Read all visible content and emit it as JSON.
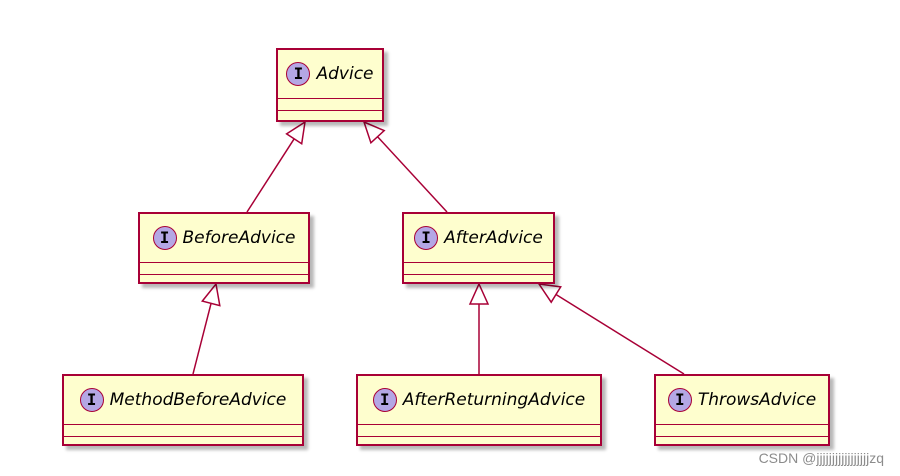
{
  "diagram": {
    "type": "uml-class-diagram",
    "colors": {
      "node_fill": "#FEFECE",
      "node_border": "#A80036",
      "interface_badge": "#B4A7E5",
      "edge": "#A80036"
    },
    "nodes": [
      {
        "id": "advice",
        "name": "Advice",
        "stereotype_letter": "I",
        "icon": "interface-circle-icon"
      },
      {
        "id": "before",
        "name": "BeforeAdvice",
        "stereotype_letter": "I",
        "icon": "interface-circle-icon"
      },
      {
        "id": "after",
        "name": "AfterAdvice",
        "stereotype_letter": "I",
        "icon": "interface-circle-icon"
      },
      {
        "id": "methodbefore",
        "name": "MethodBeforeAdvice",
        "stereotype_letter": "I",
        "icon": "interface-circle-icon"
      },
      {
        "id": "afterreturning",
        "name": "AfterReturningAdvice",
        "stereotype_letter": "I",
        "icon": "interface-circle-icon"
      },
      {
        "id": "throws",
        "name": "ThrowsAdvice",
        "stereotype_letter": "I",
        "icon": "interface-circle-icon"
      }
    ],
    "edges": [
      {
        "from": "before",
        "to": "advice",
        "kind": "generalization"
      },
      {
        "from": "after",
        "to": "advice",
        "kind": "generalization"
      },
      {
        "from": "methodbefore",
        "to": "before",
        "kind": "generalization"
      },
      {
        "from": "afterreturning",
        "to": "after",
        "kind": "generalization"
      },
      {
        "from": "throws",
        "to": "after",
        "kind": "generalization"
      }
    ]
  },
  "watermark": {
    "text": "CSDN @jjjjjjjjjjjjjjjjjzq"
  }
}
